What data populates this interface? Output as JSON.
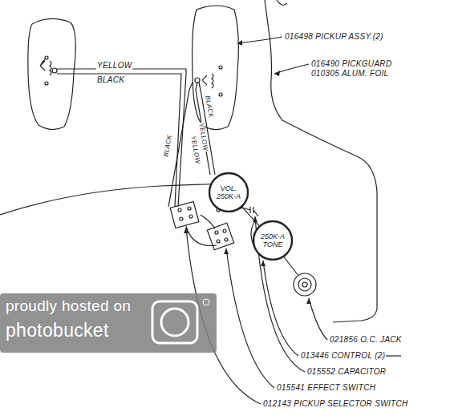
{
  "diagram": {
    "nodes": [
      {
        "text": [
          "VOL.",
          "250K-A"
        ]
      },
      {
        "text": [
          "250K-A",
          "TONE"
        ]
      }
    ],
    "edges": [
      {
        "from": 0,
        "to": 1,
        "arrow": "none"
      }
    ],
    "labels": [
      "YELLOW",
      "BLACK",
      "YELLOW",
      "YELLOW",
      "BLACK",
      "BLACK",
      "016498 PICKUP ASSY.(2)",
      "016490 PICKGUARD",
      "010305 ALUM. FOIL",
      "021856 O.C. JACK",
      "013446 CONTROL (2)",
      "015552 CAPACITOR",
      "015541 EFFECT SWITCH",
      "012143 PICKUP SELECTOR SWITCH",
      "proudly hosted on",
      "photobucket"
    ]
  }
}
